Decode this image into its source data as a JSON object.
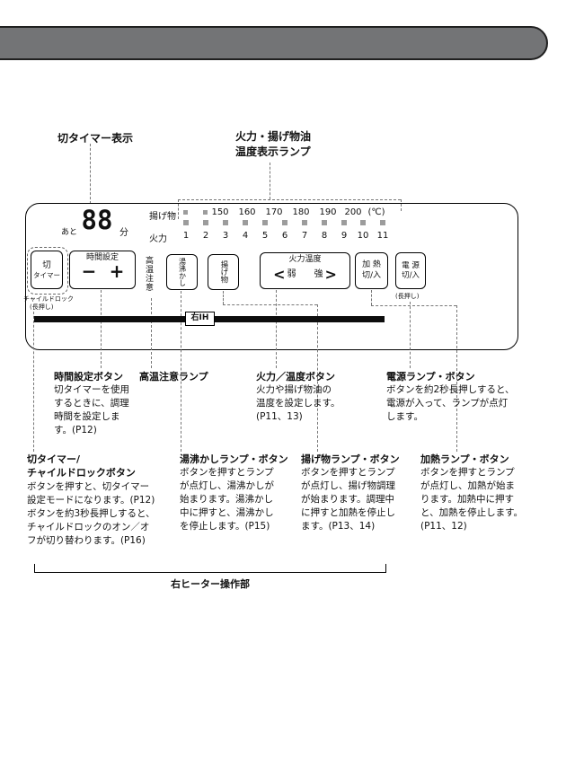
{
  "labels": {
    "timer_display": "切タイマー表示",
    "lamp_display_line1": "火力・揚げ物油",
    "lamp_display_line2": "温度表示ランプ"
  },
  "panel": {
    "display": {
      "prefix": "あと",
      "digits": "88",
      "unit": "分"
    },
    "lamps": {
      "fry_label": "揚げ物",
      "temps": [
        "150",
        "160",
        "170",
        "180",
        "190",
        "200",
        "(℃)"
      ],
      "power_label": "火力",
      "levels": [
        "1",
        "2",
        "3",
        "4",
        "5",
        "6",
        "7",
        "8",
        "9",
        "10",
        "11"
      ]
    },
    "buttons": {
      "off_timer_line1": "切",
      "off_timer_line2": "タイマー",
      "child_lock_line1": "チャイルドロック",
      "child_lock_line2": "(長押し)",
      "time_set_label": "時間設定",
      "minus": "−",
      "plus": "+",
      "high_temp": "高温注意",
      "boil": "湯沸かし",
      "fry": "揚げ物",
      "power_temp_label": "火力温度",
      "power_temp_left": "<",
      "power_temp_weak": "弱",
      "power_temp_strong": "強",
      "power_temp_right": ">",
      "heat_line1": "加 熱",
      "heat_line2": "切/入",
      "power_line1": "電 源",
      "power_line2": "切/入",
      "power_sub": "(長押し)"
    },
    "bar_label": "右IH"
  },
  "callouts": {
    "time_set": {
      "title": "時間設定ボタン",
      "body": "切タイマーを使用\nするときに、調理\n時間を設定しま\nす。(P12)"
    },
    "high_temp": {
      "title": "高温注意ランプ"
    },
    "power_temp": {
      "title": "火力／温度ボタン",
      "body": "火力や揚げ物油の\n温度を設定します。\n(P11、13)"
    },
    "power": {
      "title": "電源ランプ・ボタン",
      "body": "ボタンを約2秒長押しすると、\n電源が入って、ランプが点灯\nします。"
    },
    "off_timer": {
      "title1": "切タイマー/",
      "title2": "チャイルドロックボタン",
      "body": "ボタンを押すと、切タイマー\n設定モードになります。(P12)\nボタンを約3秒長押しすると、\nチャイルドロックのオン／オ\nフが切り替わります。(P16)"
    },
    "boil": {
      "title": "湯沸かしランプ・ボタン",
      "body": "ボタンを押すとランプ\nが点灯し、湯沸かしが\n始まります。湯沸かし\n中に押すと、湯沸かし\nを停止します。(P15)"
    },
    "fry": {
      "title": "揚げ物ランプ・ボタン",
      "body": "ボタンを押すとランプ\nが点灯し、揚げ物調理\nが始まります。調理中\nに押すと加熱を停止し\nます。(P13、14)"
    },
    "heat": {
      "title": "加熱ランプ・ボタン",
      "body": "ボタンを押すとランプ\nが点灯し、加熱が始ま\nります。加熱中に押す\nと、加熱を停止します。\n(P11、12)"
    }
  },
  "footer": {
    "bracket_label": "右ヒーター操作部"
  }
}
